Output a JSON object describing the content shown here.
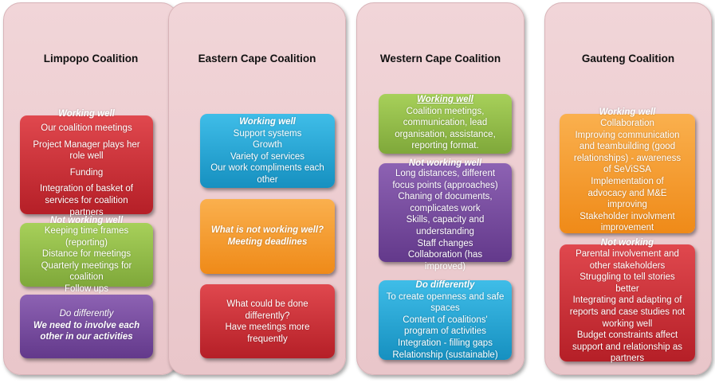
{
  "columns": [
    {
      "title": "Limpopo Coalition",
      "box_working": {
        "header": "Working well",
        "lines": [
          "Our coalition meetings",
          "Project Manager plays her",
          "role well",
          "Funding",
          "Integration of basket of",
          "services for coalition",
          "partners"
        ]
      },
      "box_not_working": {
        "header": "Not working well",
        "lines": [
          "Keeping time frames",
          "(reporting)",
          "Distance for meetings",
          "Quarterly meetings for",
          "coalition",
          "Follow ups"
        ]
      },
      "box_do_differently": {
        "header": "Do differently",
        "lines": [
          "We need to involve each",
          "other in our activities"
        ]
      }
    },
    {
      "title": "Eastern Cape Coalition",
      "box_working": {
        "header": "Working well",
        "lines": [
          "Support systems",
          "Growth",
          "Variety of services",
          "Our work compliments each",
          "other"
        ]
      },
      "box_not_working": {
        "lines": [
          "What is not working well?",
          "Meeting deadlines"
        ]
      },
      "box_do_differently": {
        "lines": [
          "What could be done",
          "differently?",
          "Have meetings more",
          "frequently"
        ]
      }
    },
    {
      "title": "Western Cape Coalition",
      "box_working": {
        "header": "Working well",
        "lines": [
          "Coalition meetings,",
          "communication, lead",
          "organisation, assistance,",
          "reporting format."
        ]
      },
      "box_not_working": {
        "header": "Not working well",
        "lines": [
          "Long distances, different",
          "focus points (approaches)",
          "Chaning of documents,",
          "complicates work",
          "Skills, capacity and",
          "understanding",
          "Staff changes",
          "Collaboration (has",
          "improved)"
        ]
      },
      "box_do_differently": {
        "header": "Do differently",
        "lines": [
          "To create openness and safe",
          "spaces",
          "Content of coalitions'",
          "program of activities",
          "Integration - filling gaps",
          "Relationship (sustainable)"
        ]
      }
    },
    {
      "title": "Gauteng Coalition",
      "box_working": {
        "header": "Working well",
        "lines": [
          "Collaboration",
          "Improving communication",
          "and teambuilding (good",
          "relationships) - awareness",
          "of SeViSSA",
          "Implementation of",
          "advocacy and M&E",
          "improving",
          "Stakeholder involvment",
          "improvement"
        ]
      },
      "box_not_working": {
        "header": "Not working",
        "lines": [
          "Parental involvement and",
          "other stakeholders",
          "Struggling to tell stories",
          "better",
          "Integrating and adapting of",
          "reports and case studies not",
          "working well",
          "Budget constraints affect",
          "support and relationship as",
          "partners"
        ]
      }
    }
  ],
  "colors": {
    "panel": "#ecccd0",
    "red": "#c8323a",
    "green": "#92bd4a",
    "purple": "#7a4ea3",
    "blue": "#27a9d8",
    "orange": "#f59c2f"
  }
}
